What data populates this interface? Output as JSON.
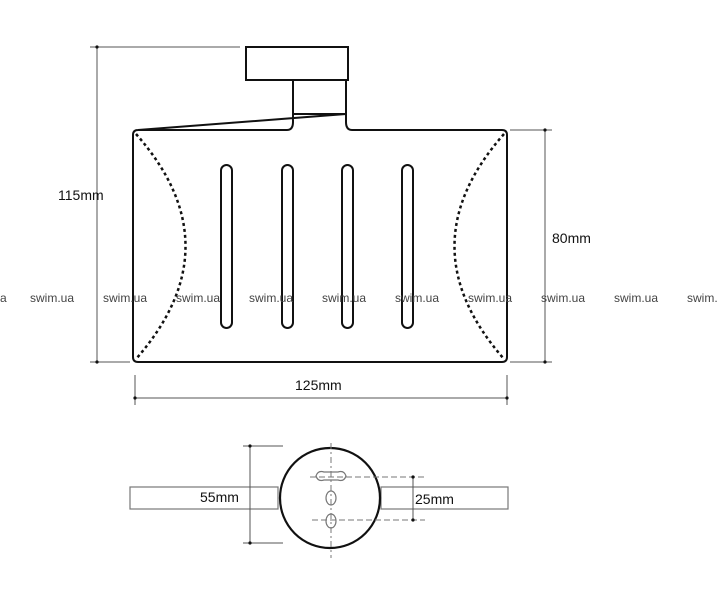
{
  "dimensions": {
    "height_total": "115mm",
    "height_body": "80mm",
    "width": "125mm",
    "mount_diameter": "55mm",
    "hole_spacing": "25mm"
  },
  "watermark": {
    "text": "swim.ua",
    "partial_left": "a",
    "partial_right": "swim."
  },
  "colors": {
    "line": "#111111",
    "dim": "#555555"
  }
}
